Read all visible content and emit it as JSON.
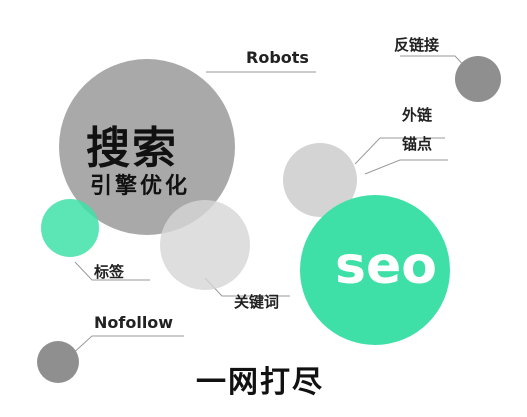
{
  "colors": {
    "big_circle": "#a9a9a9",
    "light_circle": "#d6d6d6",
    "green": "#3fe0a8",
    "dark_grey": "#8f8f8f",
    "line": "#9a9a9a"
  },
  "main_circle": {
    "title": "搜索",
    "subtitle": "引擎优化"
  },
  "seo_circle": {
    "text": "seo"
  },
  "labels": {
    "robots": "Robots",
    "backlink": "反链接",
    "outer_link": "外链",
    "anchor": "锚点",
    "tag": "标签",
    "keyword": "关键词",
    "nofollow": "Nofollow"
  },
  "footer": {
    "text": "一网打尽"
  }
}
